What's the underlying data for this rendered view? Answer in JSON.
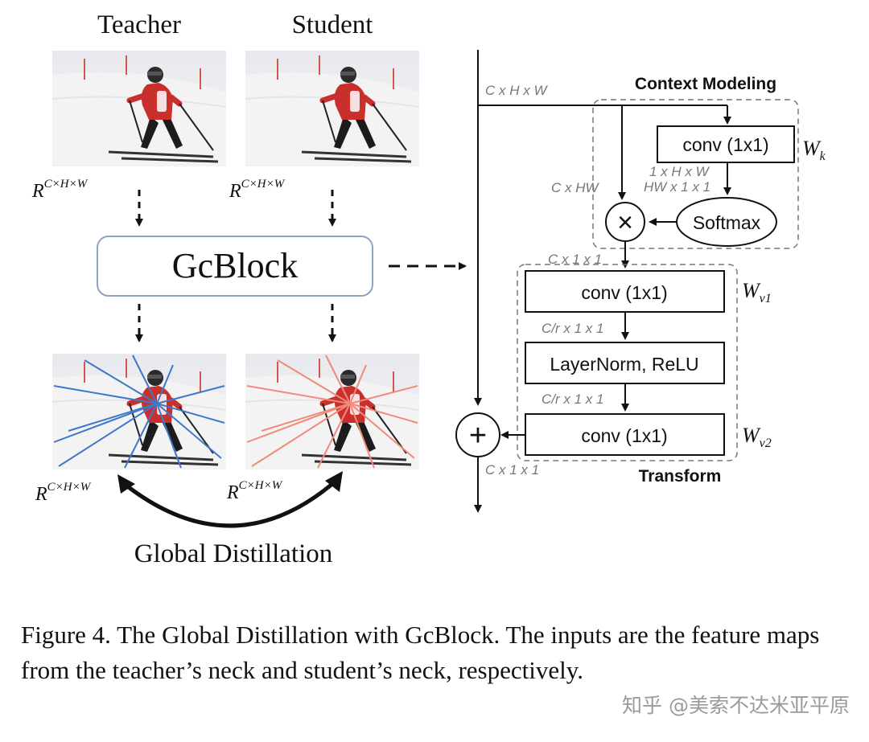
{
  "labels": {
    "teacher": "Teacher",
    "student": "Student",
    "r_base": "R",
    "r_sup": "C×H×W",
    "gcblock": "GcBlock",
    "global_distillation": "Global Distillation"
  },
  "block": {
    "context_modeling": "Context Modeling",
    "transform": "Transform",
    "conv_k": "conv (1x1)",
    "softmax": "Softmax",
    "conv_v1": "conv (1x1)",
    "layernorm": "LayerNorm, ReLU",
    "conv_v2": "conv (1x1)",
    "mult_symbol": "×",
    "add_symbol": "+",
    "w_k": "W",
    "w_k_sub": "k",
    "w_v1": "W",
    "w_v1_sub": "v1",
    "w_v2": "W",
    "w_v2_sub": "v2"
  },
  "dims": {
    "input": "C x H x W",
    "chw": "C x HW",
    "k1": "1 x H x W",
    "k2": "HW x 1 x 1",
    "c11_top": "C x 1 x 1",
    "cr1": "C/r x 1 x 1",
    "cr2": "C/r x 1 x 1",
    "c11_bottom": "C x 1 x 1"
  },
  "caption": {
    "text": "Figure 4. The Global Distillation with GcBlock. The inputs are the feature maps from the teacher’s neck and student’s neck, respectively."
  },
  "watermark": "知乎 @美索不达米亚平原",
  "colors": {
    "teacher_rays": "#3f78c8",
    "student_rays": "#f08a7a",
    "gcblock_border": "#8fa2c2",
    "dashed_group": "#777777"
  }
}
